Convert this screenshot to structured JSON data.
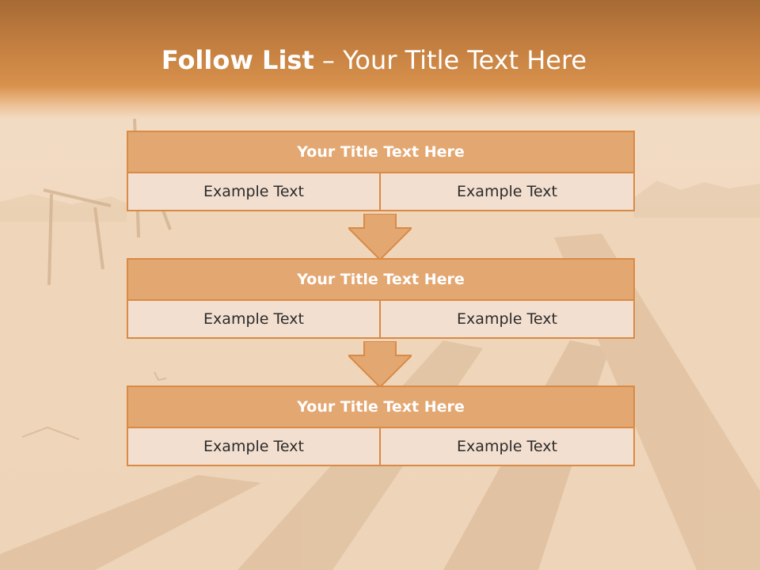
{
  "header": {
    "title_main": "Follow List",
    "title_dash": " – Your Title Text Here"
  },
  "steps": [
    {
      "title": "Your Title Text Here",
      "left": "Example Text",
      "right": "Example Text"
    },
    {
      "title": "Your Title Text Here",
      "left": "Example Text",
      "right": "Example Text"
    },
    {
      "title": "Your Title Text Here",
      "left": "Example Text",
      "right": "Example Text"
    }
  ],
  "colors": {
    "accent": "#d98a45",
    "box_title_fill": "#e3a772",
    "cell_fill": "#f3dfcf",
    "header_band": "#d08845"
  }
}
